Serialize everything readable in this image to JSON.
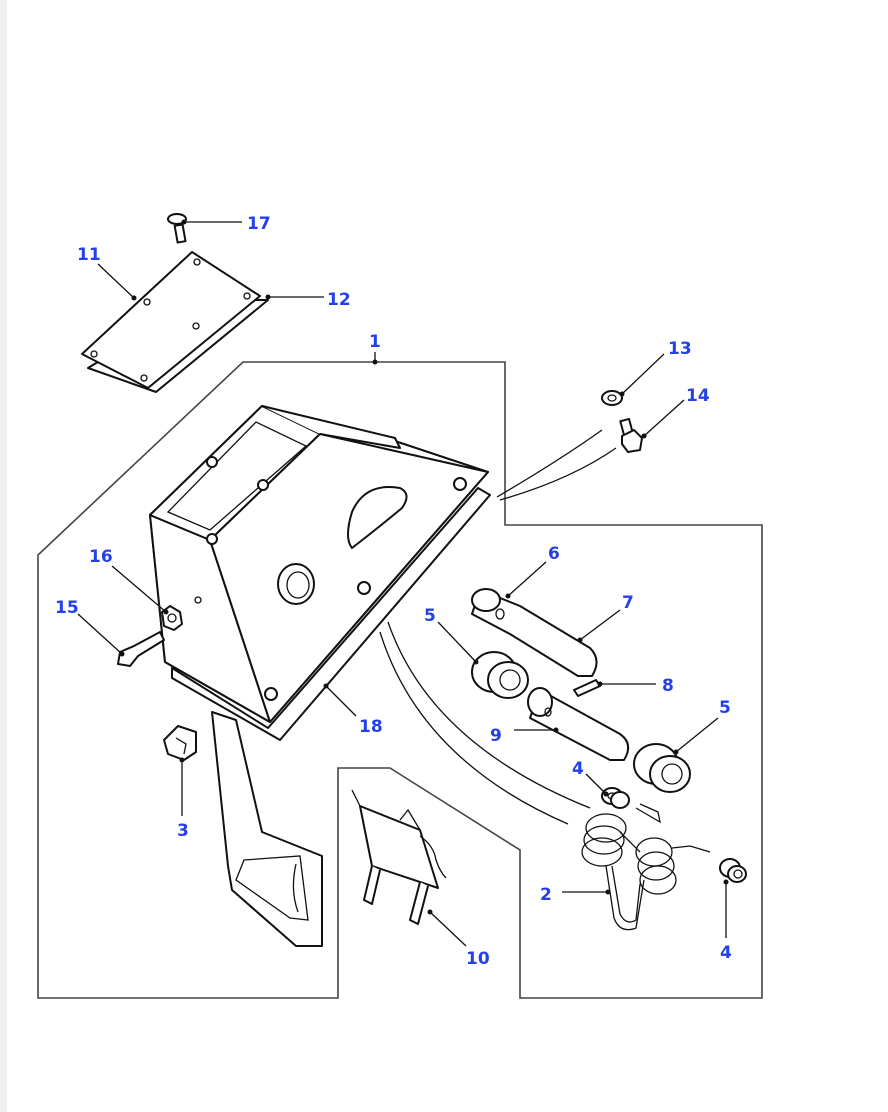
{
  "diagram": {
    "callouts": [
      {
        "id": "c17",
        "label": "17"
      },
      {
        "id": "c11",
        "label": "11"
      },
      {
        "id": "c12",
        "label": "12"
      },
      {
        "id": "c1",
        "label": "1"
      },
      {
        "id": "c13",
        "label": "13"
      },
      {
        "id": "c14",
        "label": "14"
      },
      {
        "id": "c16",
        "label": "16"
      },
      {
        "id": "c15",
        "label": "15"
      },
      {
        "id": "c6",
        "label": "6"
      },
      {
        "id": "c7",
        "label": "7"
      },
      {
        "id": "c5a",
        "label": "5"
      },
      {
        "id": "c8",
        "label": "8"
      },
      {
        "id": "c5b",
        "label": "5"
      },
      {
        "id": "c9",
        "label": "9"
      },
      {
        "id": "c18",
        "label": "18"
      },
      {
        "id": "c3",
        "label": "3"
      },
      {
        "id": "c4a",
        "label": "4"
      },
      {
        "id": "c2",
        "label": "2"
      },
      {
        "id": "c4b",
        "label": "4"
      },
      {
        "id": "c10",
        "label": "10"
      }
    ]
  },
  "colors": {
    "callout": "#2440e8",
    "line": "#111111",
    "boundary": "#444444",
    "background": "#ffffff"
  }
}
